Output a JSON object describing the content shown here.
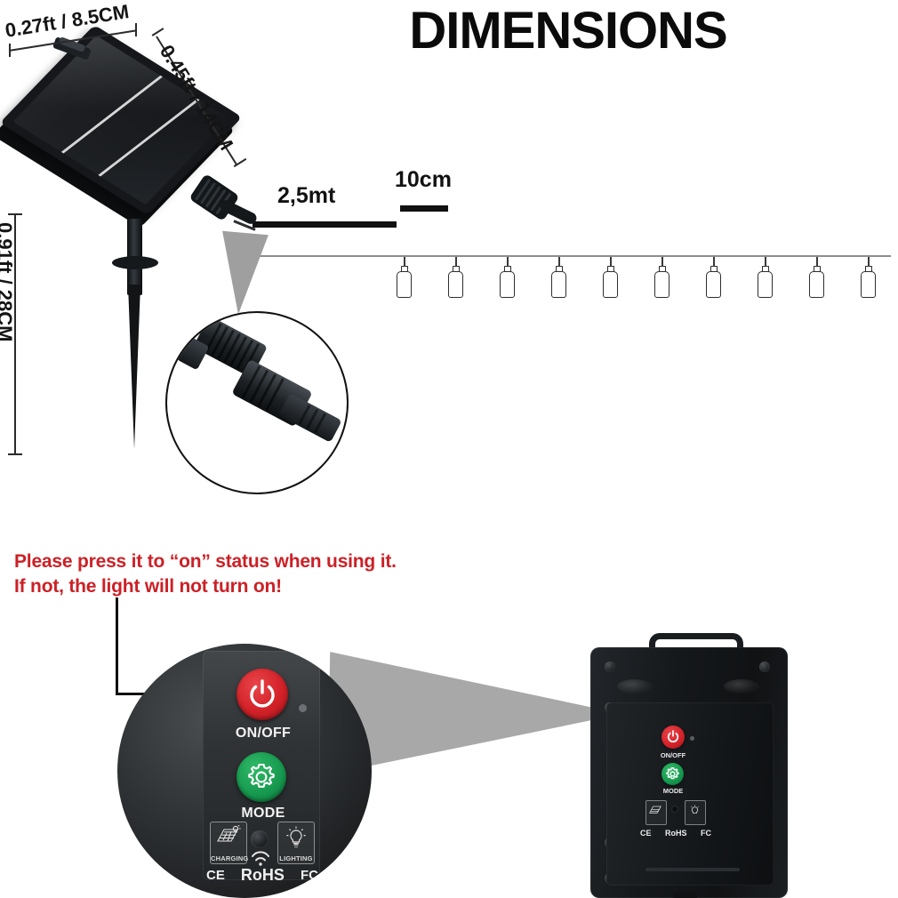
{
  "title": "DIMENSIONS",
  "dimensions": {
    "width_label": "0.27ft / 8.5CM",
    "diagonal_label": "0.45ft / 14CM",
    "height_label": "0.91ft / 28CM",
    "string_length_label": "2,5mt",
    "bulb_spacing_label": "10cm"
  },
  "string_lights": {
    "bulb_count": 10
  },
  "warning": {
    "line1": "Please press  it to “on” status when using it.",
    "line2": "If not, the light will not turn on!",
    "color": "#cc2026"
  },
  "control_panel": {
    "power_button_label": "ON/OFF",
    "power_button_color": "#d32128",
    "mode_button_label": "MODE",
    "mode_button_color": "#16994f",
    "charging_label": "CHARGING",
    "lighting_label": "LIGHTING",
    "certs": {
      "ce": "CE",
      "rohs": "RoHS",
      "fc": "FC"
    }
  },
  "device": {
    "power_button_label": "ON/OFF",
    "mode_button_label": "MODE",
    "certs": {
      "ce": "CE",
      "rohs": "RoHS",
      "fc": "FC"
    }
  }
}
